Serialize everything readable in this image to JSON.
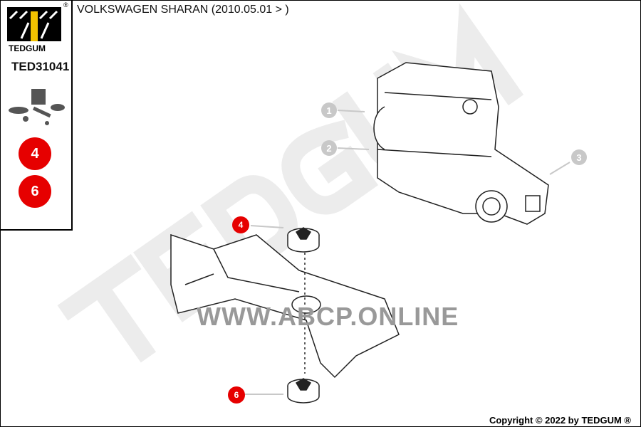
{
  "title": "VOLKSWAGEN SHARAN  (2010.05.01 > )",
  "logo": {
    "text": "TEDGUM",
    "reg": "®"
  },
  "part_ref": "TED31041",
  "side_positions": [
    "4",
    "6"
  ],
  "callouts": {
    "gray": [
      "1",
      "2",
      "3"
    ],
    "red": [
      "4",
      "6"
    ]
  },
  "watermark": "WWW.ABCP.ONLINE",
  "bg_watermark": "TEDGUM",
  "copyright": "Copyright © 2022 by TEDGUM ®",
  "colors": {
    "red": "#e60000",
    "logo_yellow": "#f2c200"
  }
}
